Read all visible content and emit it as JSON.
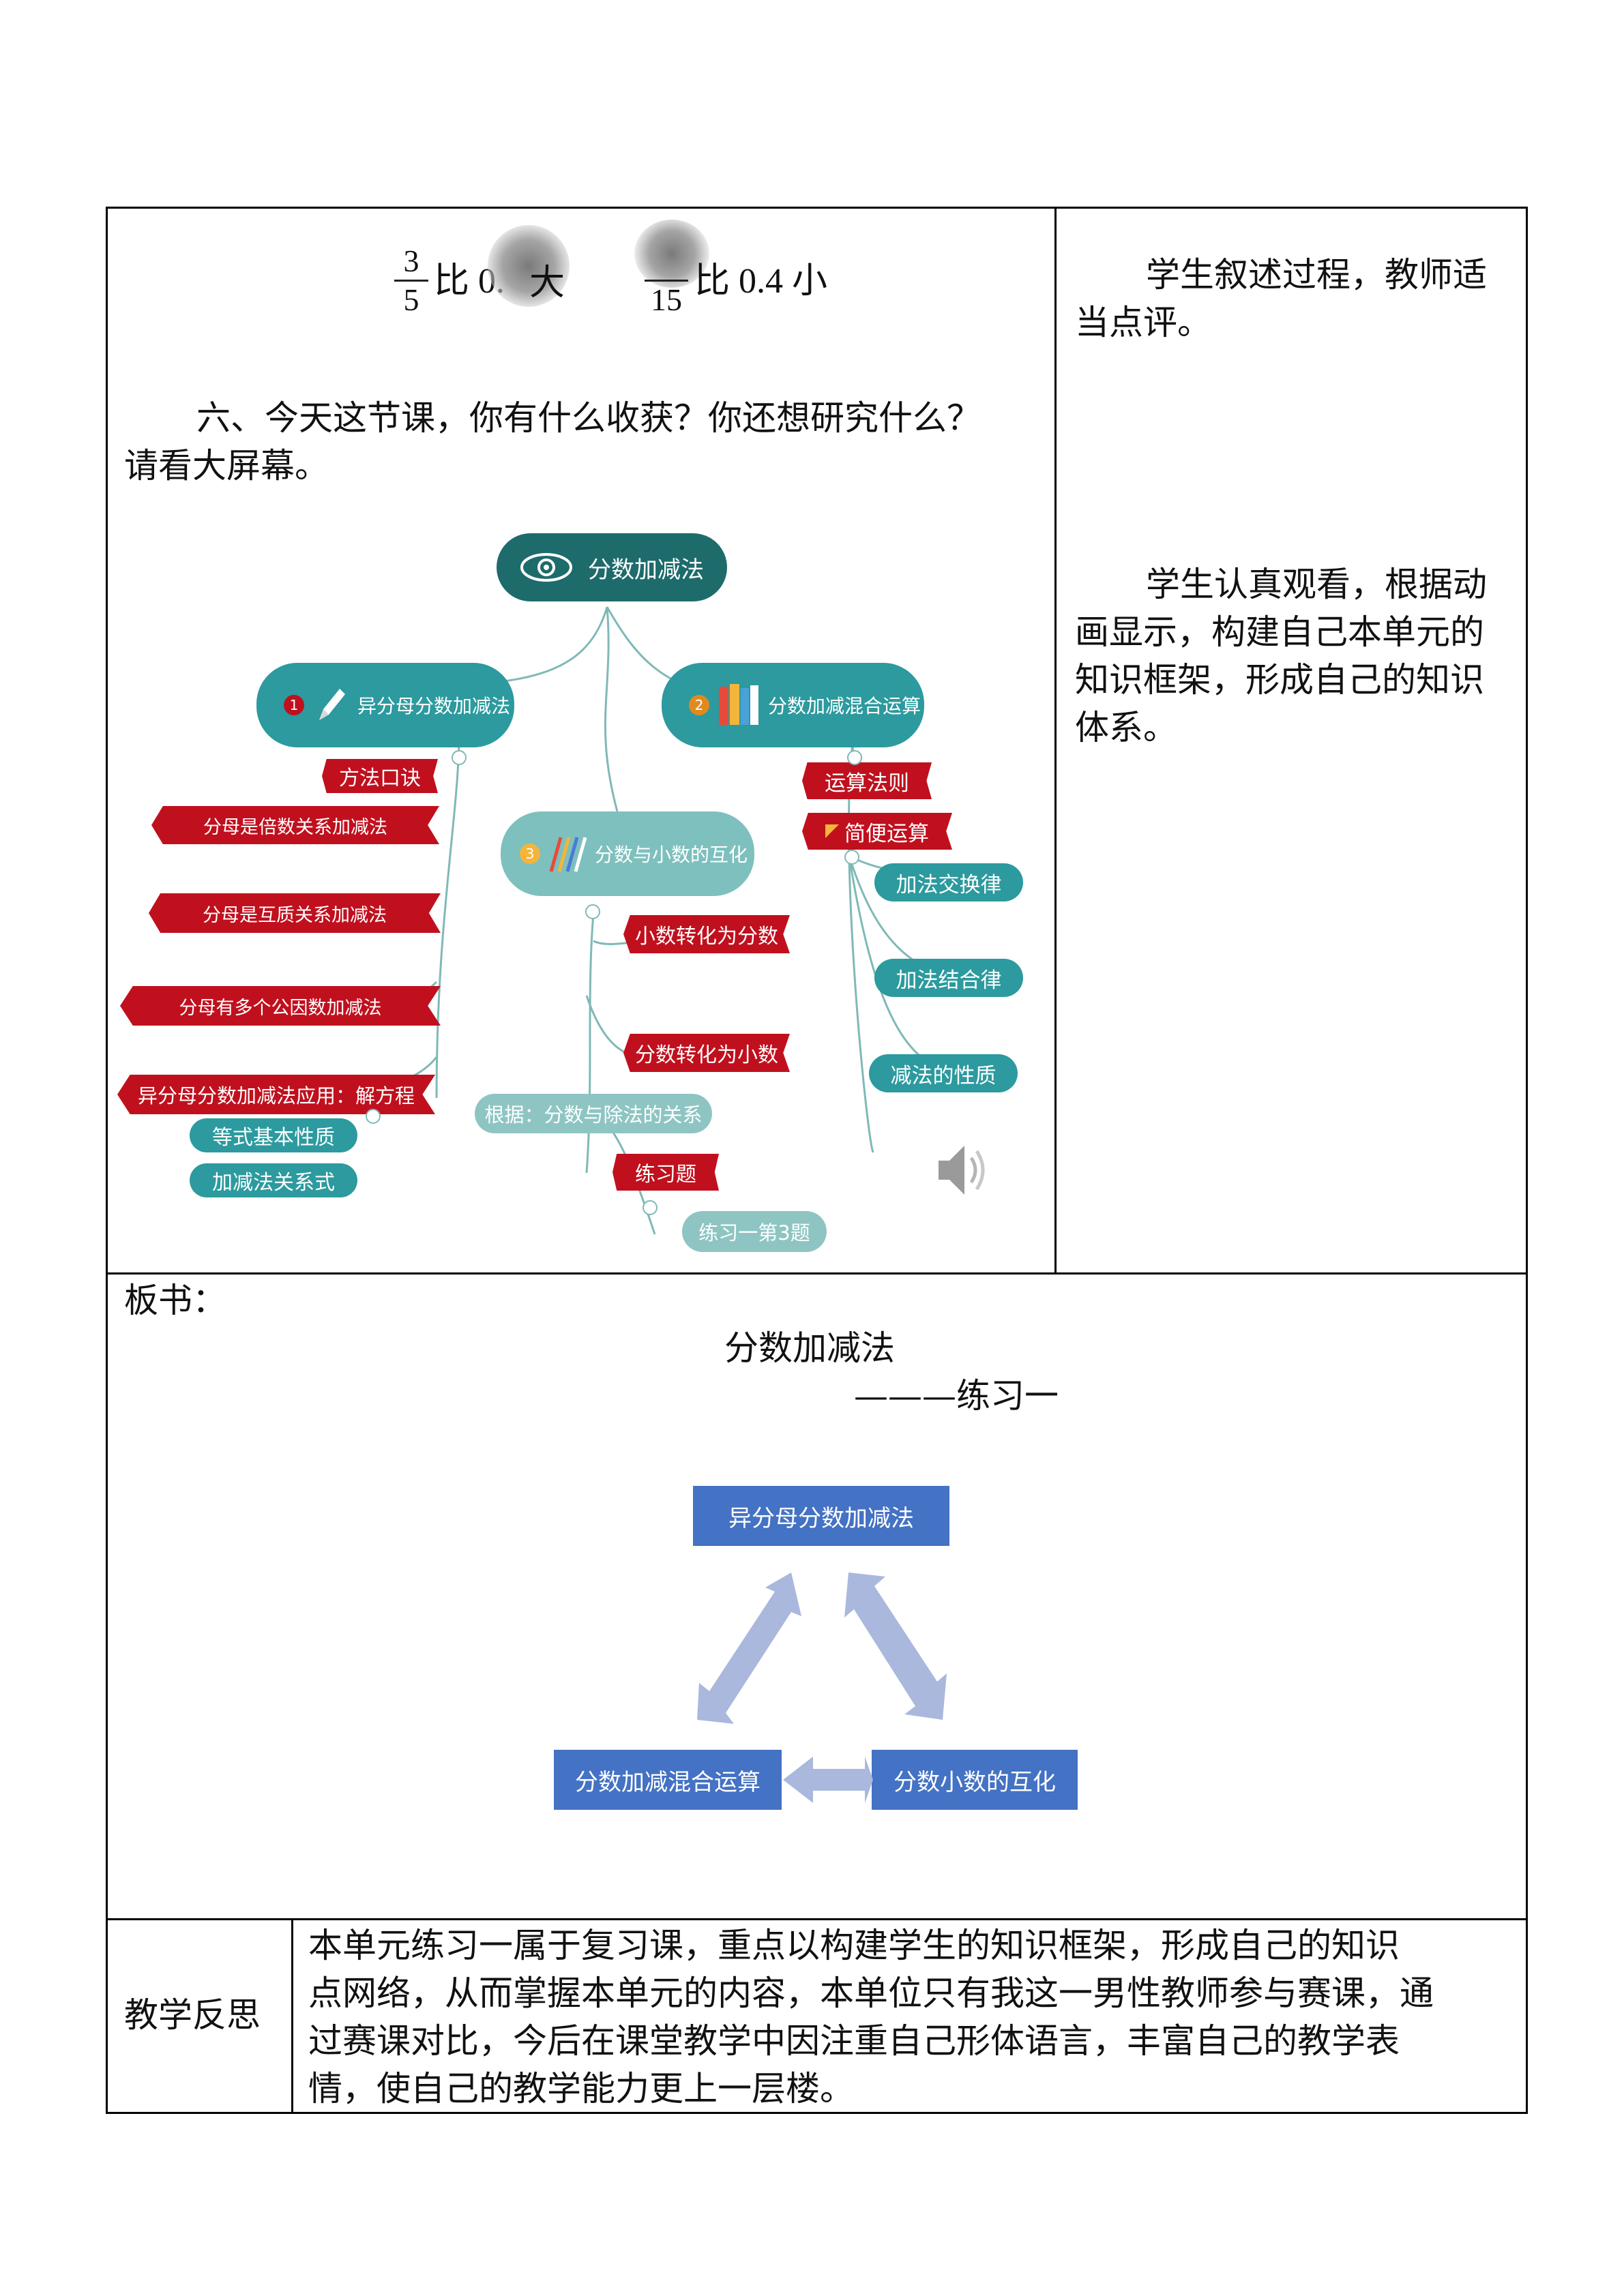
{
  "row1": {
    "fraction_compare": {
      "a_num": "3",
      "a_den": "5",
      "a_text": "比 0.",
      "a_tail": "大",
      "b_den": "15",
      "b_text": "比 0.4 小"
    },
    "section6_line1": "六、今天这节课，你有什么收获？你还想研究什么？",
    "section6_line2": "请看大屏幕。",
    "right_top": [
      "学生叙述过程，教师适",
      "当点评。"
    ],
    "right_mid": [
      "学生认真观看，根据动",
      "画显示，构建自己本单元的",
      "知识框架，形成自己的知识",
      "体系。"
    ]
  },
  "mindmap": {
    "center": "分数加减法",
    "branch1": {
      "num": "1",
      "label": "异分母分数加减法"
    },
    "branch2": {
      "num": "2",
      "label": "分数加减混合运算"
    },
    "branch3": {
      "num": "3",
      "label": "分数与小数的互化"
    },
    "b1_items": [
      "方法口诀",
      "分母是倍数关系加减法",
      "分母是互质关系加减法",
      "分母有多个公因数加减法",
      "异分母分数加减法应用：解方程"
    ],
    "b1_sub": [
      "等式基本性质",
      "加减法关系式"
    ],
    "b2_items": [
      "运算法则",
      "简便运算"
    ],
    "b2_sub": [
      "加法交换律",
      "加法结合律",
      "减法的性质"
    ],
    "b3_items": [
      "小数转化为分数",
      "分数转化为小数",
      "练习题"
    ],
    "b3_sub": [
      "根据：分数与除法的关系",
      "练习一第3题"
    ]
  },
  "board": {
    "label": "板书：",
    "title": "分数加减法",
    "subtitle": "———练习一",
    "box_top": "异分母分数加减法",
    "box_left": "分数加减混合运算",
    "box_right": "分数小数的互化"
  },
  "reflection": {
    "label": "教学反思",
    "lines": [
      "本单元练习一属于复习课，重点以构建学生的知识框架，形成自己的知识",
      "点网络，从而掌握本单元的内容，本单位只有我这一男性教师参与赛课，通",
      "过赛课对比，今后在课堂教学中因注重自己形体语言，丰富自己的教学表",
      "情，使自己的教学能力更上一层楼。"
    ]
  },
  "colors": {
    "mm_dark": "#1e6b6c",
    "mm_teal": "#2c9a9e",
    "mm_red": "#c0101e",
    "box_blue": "#4472c4",
    "arrow": "#a9b8dc"
  },
  "icons": [
    "eye-icon",
    "pencil-icon",
    "books-icon",
    "pens-icon",
    "speaker-icon"
  ]
}
